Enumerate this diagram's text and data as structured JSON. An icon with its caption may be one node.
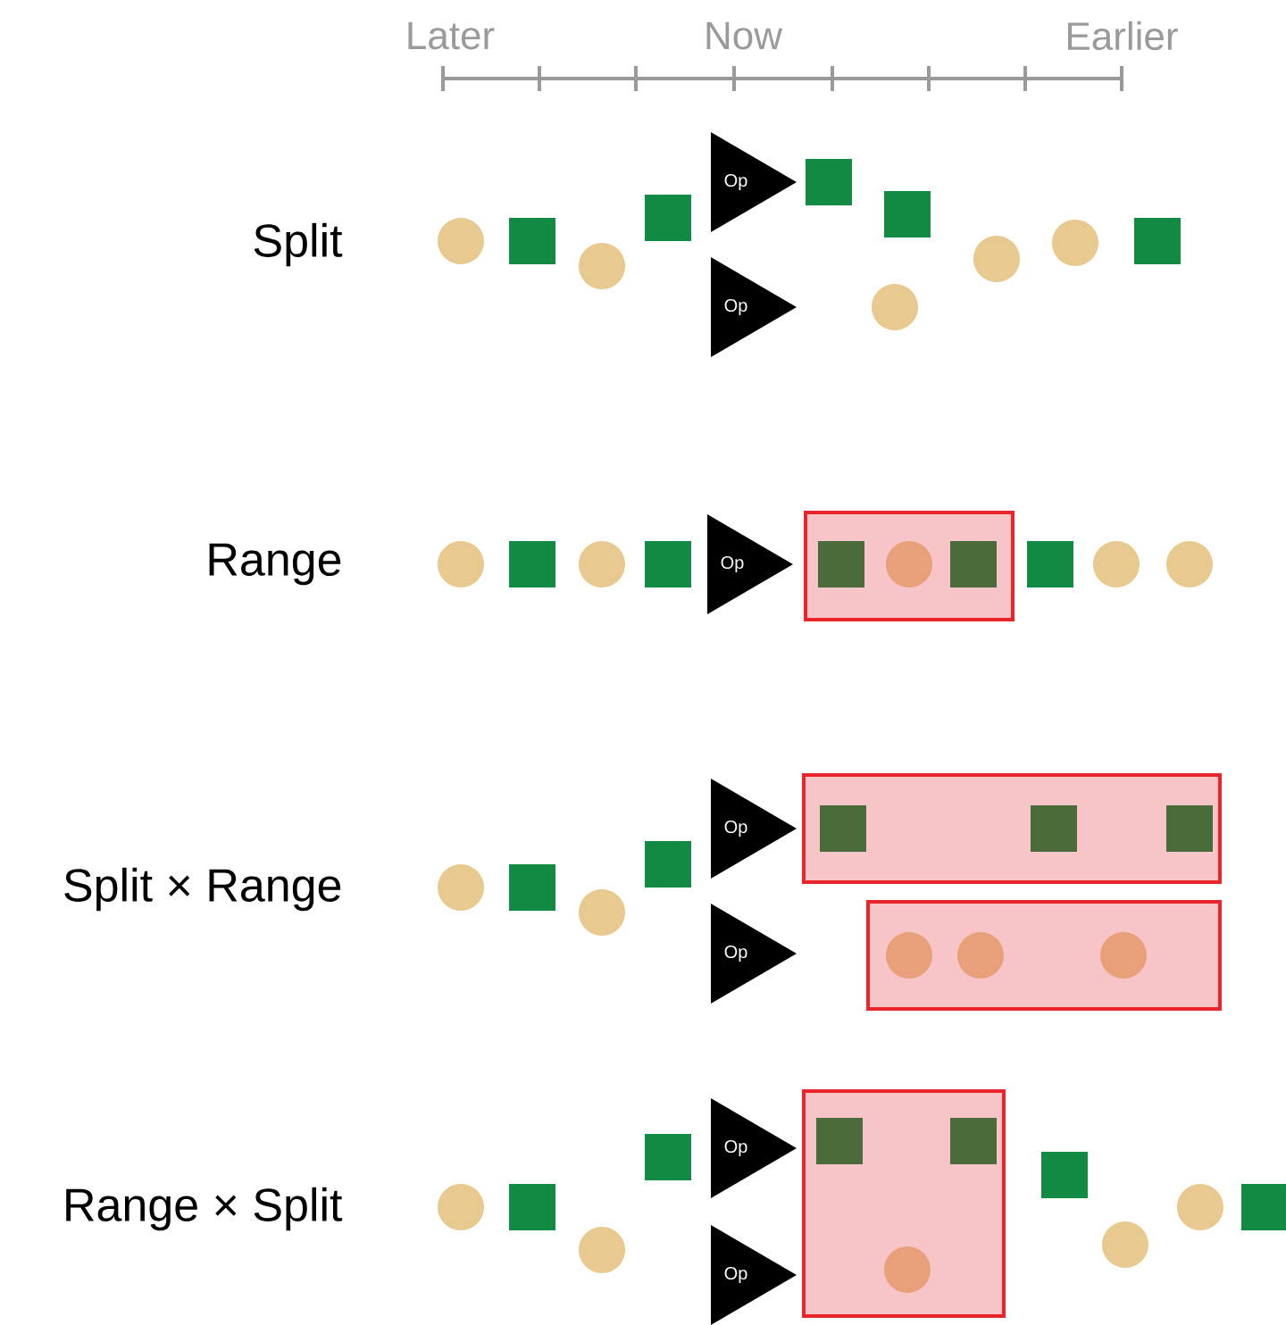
{
  "diagram": {
    "nodes": [
      {
        "text": [
          "Op"
        ]
      },
      {
        "text": [
          "Op"
        ]
      },
      {
        "text": [
          "Op"
        ]
      },
      {
        "text": [
          "Op"
        ]
      },
      {
        "text": [
          "Op"
        ]
      },
      {
        "text": [
          "Op"
        ]
      },
      {
        "text": [
          "Op"
        ]
      }
    ],
    "labels": [
      "Later",
      "Now",
      "Earlier",
      "Split",
      "Range",
      "Split × Range",
      "Range × Split"
    ]
  }
}
